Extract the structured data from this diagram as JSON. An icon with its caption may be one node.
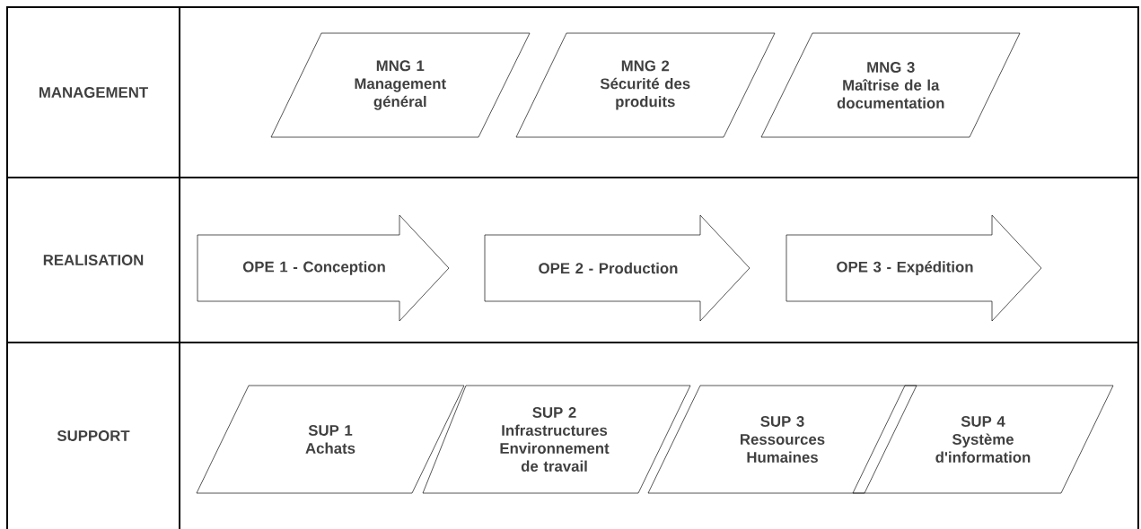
{
  "diagram": {
    "nodes": [
      {
        "text": [
          "MANAGEMENT"
        ]
      },
      {
        "text": [
          "MNG 1",
          "Management général"
        ]
      },
      {
        "text": [
          "MNG 2",
          "Sécurité des produits"
        ]
      },
      {
        "text": [
          "MNG 3",
          "Maîtrise de la documentation"
        ]
      },
      {
        "text": [
          "REALISATION"
        ]
      },
      {
        "text": [
          "OPE 1 - Conception"
        ]
      },
      {
        "text": [
          "OPE 2 - Production"
        ]
      },
      {
        "text": [
          "OPE 3 - Expédition"
        ]
      },
      {
        "text": [
          "SUPPORT"
        ]
      },
      {
        "text": [
          "SUP 1",
          "Achats"
        ]
      },
      {
        "text": [
          "SUP 2",
          "Infrastructures Environnement de travail"
        ]
      },
      {
        "text": [
          "SUP 3",
          "Ressources Humaines"
        ]
      },
      {
        "text": [
          "SUP 4",
          "Système d'information"
        ]
      }
    ]
  }
}
